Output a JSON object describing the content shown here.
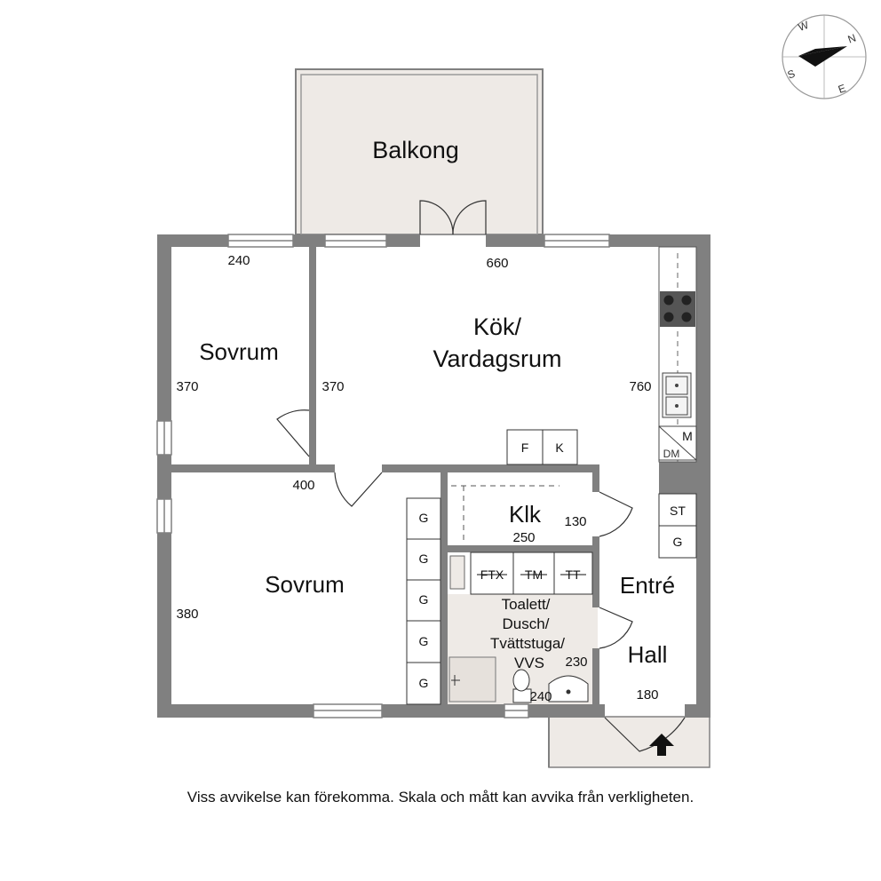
{
  "rooms": {
    "balkong": "Balkong",
    "kok_line1": "Kök/",
    "kok_line2": "Vardagsrum",
    "sovrum_top": "Sovrum",
    "sovrum_bottom": "Sovrum",
    "klk": "Klk",
    "bath_line1": "Toalett/",
    "bath_line2": "Dusch/",
    "bath_line3": "Tvättstuga/",
    "bath_line4": "VVS",
    "entre": "Entré",
    "hall": "Hall"
  },
  "dimensions": {
    "sovrum_top_width": "240",
    "kok_width": "660",
    "sovrum_top_depth": "370",
    "kok_depth_left": "370",
    "kok_depth_right": "760",
    "sovrum_bottom_width": "400",
    "sovrum_bottom_depth": "380",
    "klk_width": "250",
    "klk_depth": "130",
    "bath_depth": "230",
    "bath_width": "240",
    "hall_width": "180"
  },
  "fixtures": {
    "fridge": "F",
    "freezer": "K",
    "wardrobe": "G",
    "ftx": "FTX",
    "tm": "TM",
    "tt": "TT",
    "dishwasher": "DM",
    "microwave": "M",
    "storage": "ST",
    "hall_wardrobe": "G"
  },
  "compass": {
    "n": "N",
    "e": "E",
    "s": "S",
    "w": "W"
  },
  "disclaimer": "Viss avvikelse kan förekomma. Skala och mått kan avvika från verkligheten.",
  "colors": {
    "wall": "#808080",
    "balcony_fill": "#eeeae6",
    "floor": "#ffffff",
    "line": "#222222"
  }
}
